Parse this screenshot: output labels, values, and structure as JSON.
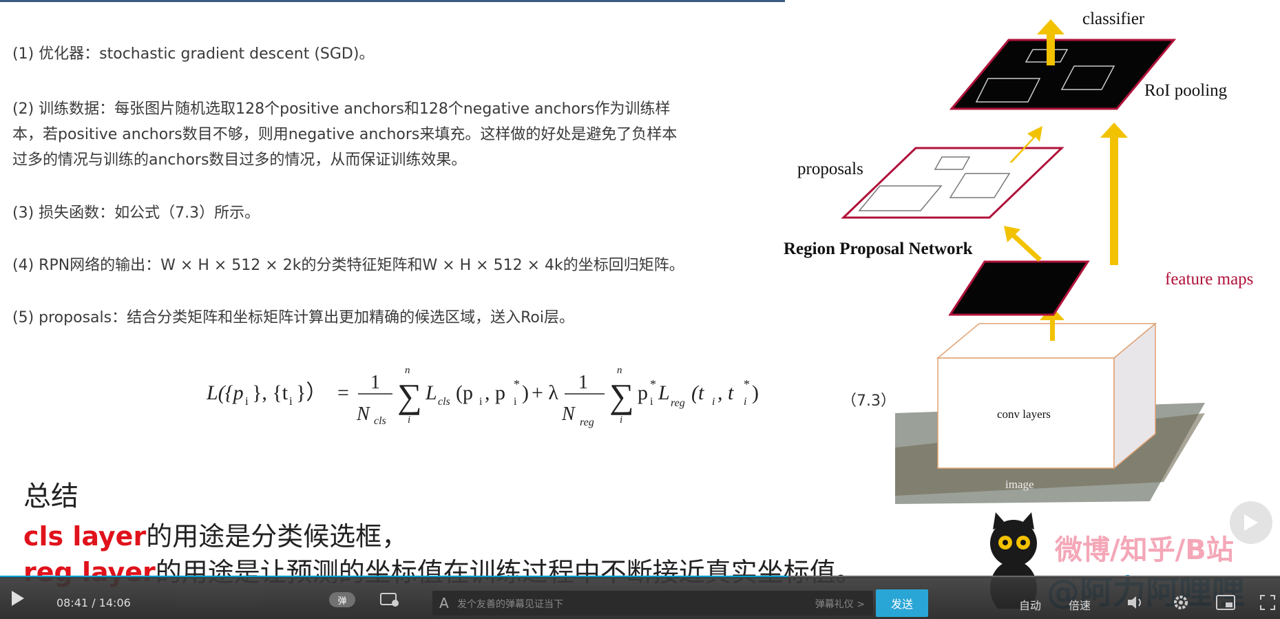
{
  "content": {
    "lines": [
      "(1) 优化器：stochastic gradient descent (SGD)。",
      "(2) 训练数据：每张图片随机选取128个positive anchors和128个negative anchors作为训练样",
      "本，若positive anchors数目不够，则用negative anchors来填充。这样做的好处是避免了负样本",
      "过多的情况与训练的anchors数目过多的情况，从而保证训练效果。",
      "(3) 损失函数：如公式（7.3）所示。",
      "(4) RPN网络的输出：W × H × 512 × 2k的分类特征矩阵和W × H × 512 × 4k的坐标回归矩阵。",
      "(5)   proposals：结合分类矩阵和坐标矩阵计算出更加精确的候选区域，送入Roi层。"
    ],
    "equation_number": "（7.3）"
  },
  "formula": {
    "lhs": "L({p",
    "lhs_i1": "i",
    "lhs_mid": "}, {t",
    "lhs_i2": "i",
    "lhs_end": "}）",
    "equals": "=",
    "one": "1",
    "n_cls": "N",
    "cls_sub": "cls",
    "sum_top": "n",
    "sum_bot": "i",
    "l_cls": "L",
    "l_cls_sub": "cls",
    "term1": "(p",
    "term1b": ", p",
    "term1c": ")",
    "plus_lambda": "+ λ",
    "n_reg": "N",
    "reg_sub": "reg",
    "p_star": "p",
    "l_reg": "L",
    "l_reg_sub": "reg",
    "term2": "(t",
    "term2b": ", t",
    "term2c": ")",
    "star": "*",
    "i": "i"
  },
  "summary": {
    "title": "总结",
    "line1_red": "cls layer",
    "line1_rest": "的用途是分类候选框，",
    "line2_red": "reg layer",
    "line2_rest": "的用途是让预测的坐标值在训练过程中不断接近真实坐标值。"
  },
  "diagram": {
    "classifier": "classifier",
    "roi_pooling": "RoI pooling",
    "proposals": "proposals",
    "rpn": "Region Proposal Network",
    "feature_maps": "feature maps",
    "conv_layers": "conv layers",
    "image": "image",
    "colors": {
      "arrow": "#f2c200",
      "red_border": "#b0123a",
      "feature_label": "#b0123a"
    }
  },
  "watermark": {
    "top": "微博/知乎/B站",
    "bottom": "@阿力阿哩哩"
  },
  "player": {
    "current_time": "08:41",
    "separator": "/",
    "total_time": "14:06",
    "danmaku_toggle": "弹",
    "danmaku_placeholder": "发个友善的弹幕见证当下",
    "etiquette": "弹幕礼仪 >",
    "send": "发送",
    "auto": "自动",
    "speed": "倍速",
    "progress": 0.616,
    "accent": "#00a1d6"
  }
}
